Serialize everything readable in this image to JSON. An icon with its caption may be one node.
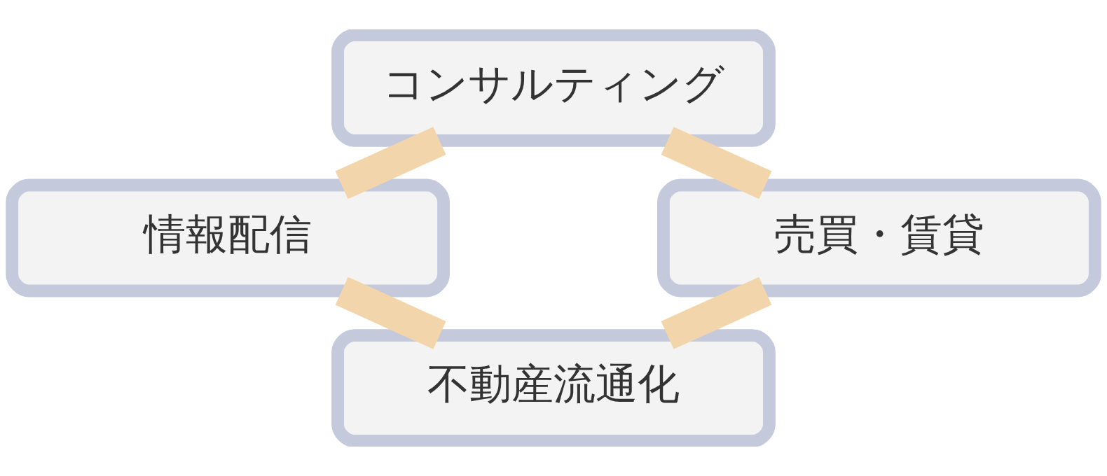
{
  "diagram": {
    "nodes": [
      {
        "text": [
          "コンサルティング"
        ]
      },
      {
        "text": [
          "情報配信"
        ]
      },
      {
        "text": [
          "売買・賃貸"
        ]
      },
      {
        "text": [
          "不動産流通化"
        ]
      }
    ],
    "edges": [
      {
        "from": 0,
        "to": 1,
        "arrow": "none"
      },
      {
        "from": 0,
        "to": 2,
        "arrow": "none"
      },
      {
        "from": 1,
        "to": 3,
        "arrow": "none"
      },
      {
        "from": 2,
        "to": 3,
        "arrow": "none"
      }
    ]
  }
}
